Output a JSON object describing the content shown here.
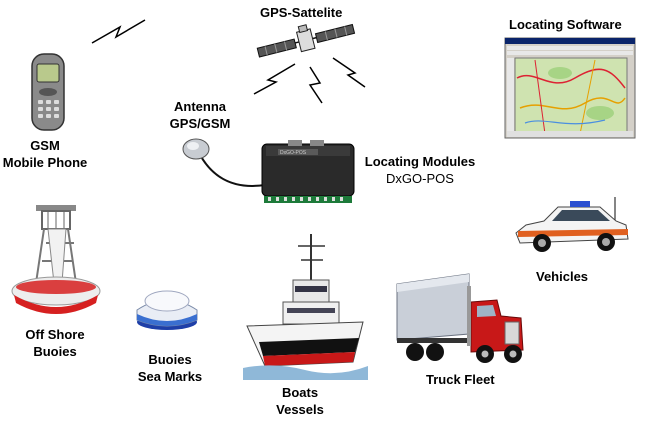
{
  "labels": {
    "satellite": "GPS-Sattelite",
    "software": "Locating Software",
    "gsm": [
      "GSM",
      "Mobile Phone"
    ],
    "antenna": [
      "Antenna",
      "GPS/GSM"
    ],
    "modules": [
      "Locating Modules",
      "DxGO-POS"
    ],
    "vehicles": "Vehicles",
    "offshore": [
      "Off Shore",
      "Buoies"
    ],
    "buoies": [
      "Buoies",
      "Sea Marks"
    ],
    "boats": [
      "Boats",
      "Vessels"
    ],
    "truck": "Truck Fleet"
  },
  "module_case_text": "DxGO-POS",
  "colors": {
    "signal": "#000000",
    "truck_cab": "#c81818",
    "buoy_hull": "#d62020",
    "sea_mark_cap": "#3a6fd0",
    "module_case": "#222222"
  }
}
